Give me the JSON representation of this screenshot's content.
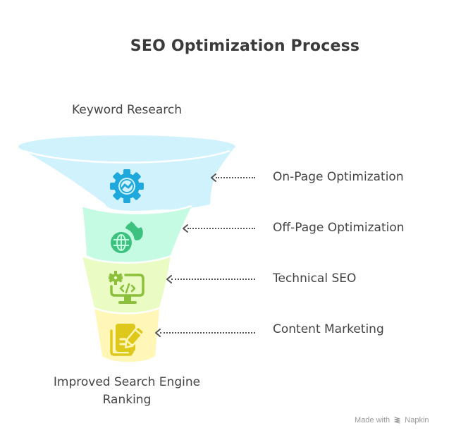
{
  "title": "SEO Optimization Process",
  "funnel": {
    "top_label": "Keyword Research",
    "bottom_label_line1": "Improved Search Engine",
    "bottom_label_line2": "Ranking",
    "stages": [
      {
        "label": "On-Page Optimization",
        "icon": "gear-chart-icon",
        "fill": "#d0f2fd",
        "icon_color": "#1ea8dc"
      },
      {
        "label": "Off-Page Optimization",
        "icon": "globe-fire-icon",
        "fill": "#c6fbe3",
        "icon_color": "#3cc27e"
      },
      {
        "label": "Technical SEO",
        "icon": "monitor-code-gear-icon",
        "fill": "#eafcc4",
        "icon_color": "#8cbf3c"
      },
      {
        "label": "Content Marketing",
        "icon": "document-pencil-icon",
        "fill": "#fff6b8",
        "icon_color": "#dfc81c"
      }
    ]
  },
  "watermark": {
    "prefix": "Made with",
    "brand": "Napkin"
  }
}
